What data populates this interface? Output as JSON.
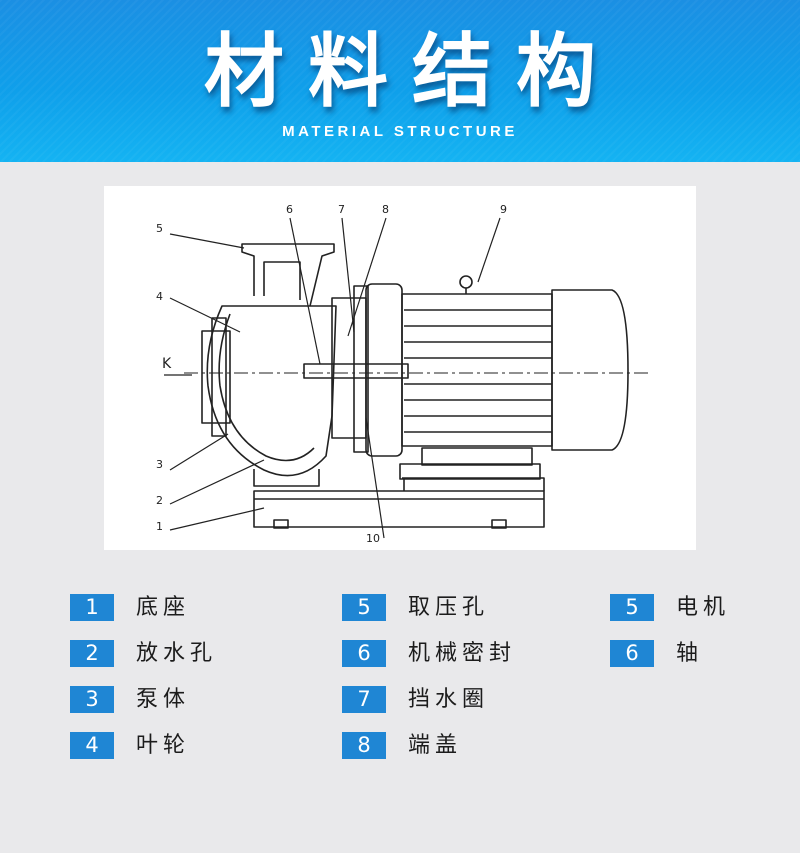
{
  "header": {
    "title": "材料结构",
    "subtitle": "MATERIAL STRUCTURE"
  },
  "diagram": {
    "callouts": [
      "1",
      "2",
      "3",
      "4",
      "5",
      "6",
      "7",
      "8",
      "9",
      "10"
    ],
    "axis_label": "K"
  },
  "legend": {
    "col1": [
      {
        "num": "1",
        "label": "底座"
      },
      {
        "num": "2",
        "label": "放水孔"
      },
      {
        "num": "3",
        "label": "泵体"
      },
      {
        "num": "4",
        "label": "叶轮"
      }
    ],
    "col2": [
      {
        "num": "5",
        "label": "取压孔"
      },
      {
        "num": "6",
        "label": "机械密封"
      },
      {
        "num": "7",
        "label": "挡水圈"
      },
      {
        "num": "8",
        "label": "端盖"
      }
    ],
    "col3": [
      {
        "num": "5",
        "label": "电机"
      },
      {
        "num": "6",
        "label": "轴"
      }
    ]
  },
  "colors": {
    "header_blue": "#1b8fe3",
    "badge_blue": "#1f86d4",
    "background": "#e9e9eb"
  }
}
